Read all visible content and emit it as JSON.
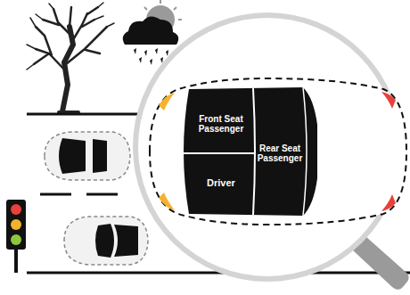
{
  "diagram": {
    "nodes": [
      {
        "text": [
          "Front Seat Passenger"
        ]
      },
      {
        "text": [
          "Driver"
        ]
      },
      {
        "text": [
          "Rear Seat Passenger"
        ]
      }
    ]
  }
}
